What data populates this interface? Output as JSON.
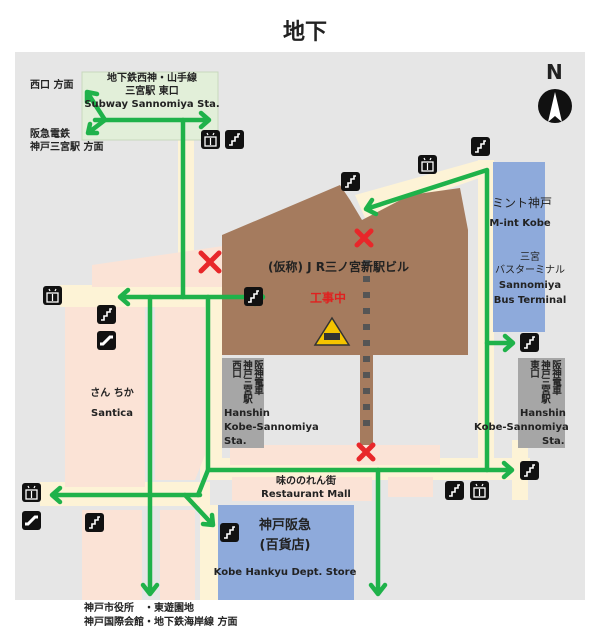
{
  "title": "地下",
  "compass": "N",
  "colors": {
    "route": "#1fb24a",
    "background": "#e6e6e6",
    "building": "#a57b5e",
    "blue": "#8eaadb",
    "peach": "#fbe3d6",
    "cream": "#fdf3d6",
    "gray": "#a6a6a6",
    "subway": "#e2efd9",
    "closed": "#e8272a"
  },
  "labels": {
    "nishiguchi": "西口 方面",
    "hankyu_line_1": "阪急電鉄",
    "hankyu_line_2": "神戸三宮駅 方面",
    "subway_1": "地下鉄西神・山手線",
    "subway_2": "三宮駅 東口",
    "subway_3": "Subway Sannomiya Sta.",
    "jr_building": "(仮称) J R三ノ宮新駅ビル",
    "construction": "工事中",
    "mint_1": "ミント神戸",
    "mint_2": "M-int Kobe",
    "bus_1": "三宮",
    "bus_2": "バスターミナル",
    "bus_3": "Sannomiya",
    "bus_4": "Bus Terminal",
    "santica_jp": "さん ちか",
    "santica_en": "Santica",
    "hanshin_w_jp": [
      "阪神電車",
      "神戸三宮駅",
      "西口"
    ],
    "hanshin_w_en": [
      "Hanshin",
      "Kobe-Sannomiya",
      "Sta."
    ],
    "hanshin_e_jp": [
      "阪神電車",
      "神戸三宮駅",
      "東口"
    ],
    "hanshin_e_en": [
      "Hanshin",
      "Kobe-Sannomiya",
      "Sta."
    ],
    "restaurant_jp": "味ののれん街",
    "restaurant_en": "Restaurant Mall",
    "hankyu_dept_1": "神戸阪急",
    "hankyu_dept_2": "(百貨店)",
    "hankyu_dept_en": "Kobe Hankyu Dept. Store",
    "bottom_1": "神戸市役所　・東遊園地",
    "bottom_2": "神戸国際会館・地下鉄海岸線 方面"
  }
}
